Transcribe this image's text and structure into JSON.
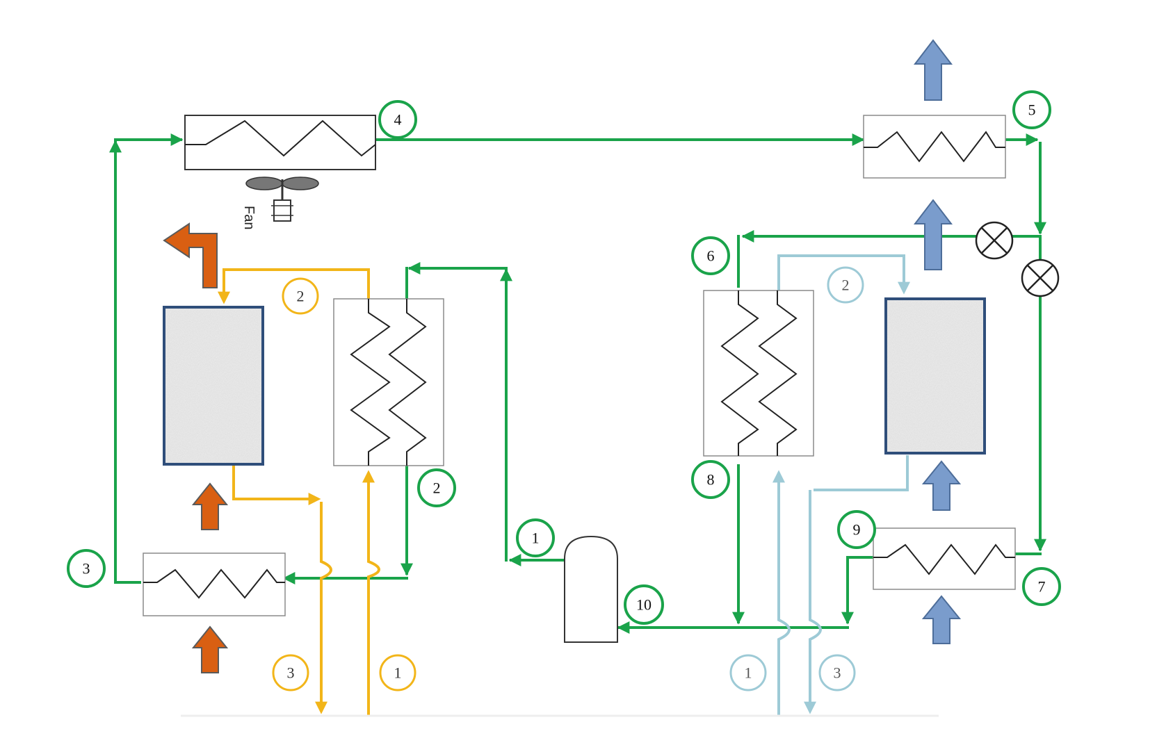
{
  "diagram": {
    "fan_label": "Fan",
    "refrigerant_points": [
      "1",
      "2",
      "3",
      "4",
      "5",
      "6",
      "7",
      "8",
      "9",
      "10"
    ],
    "hot_side_air_points": [
      "1",
      "2",
      "3"
    ],
    "cold_side_air_points": [
      "1",
      "2",
      "3"
    ],
    "colors": {
      "refrigerant_loop": "#1aa34a",
      "hot_air_stream": "#f2b519",
      "cold_air_stream": "#9dcad6",
      "heat_arrow": "#d95f12",
      "cold_arrow": "#7a9ccc",
      "desiccant_bed_border": "#2f4e7a"
    },
    "icons": [
      "fan-icon",
      "expansion-valve-icon",
      "compressor-icon",
      "heat-exchanger-icon",
      "desiccant-bed-icon"
    ]
  }
}
